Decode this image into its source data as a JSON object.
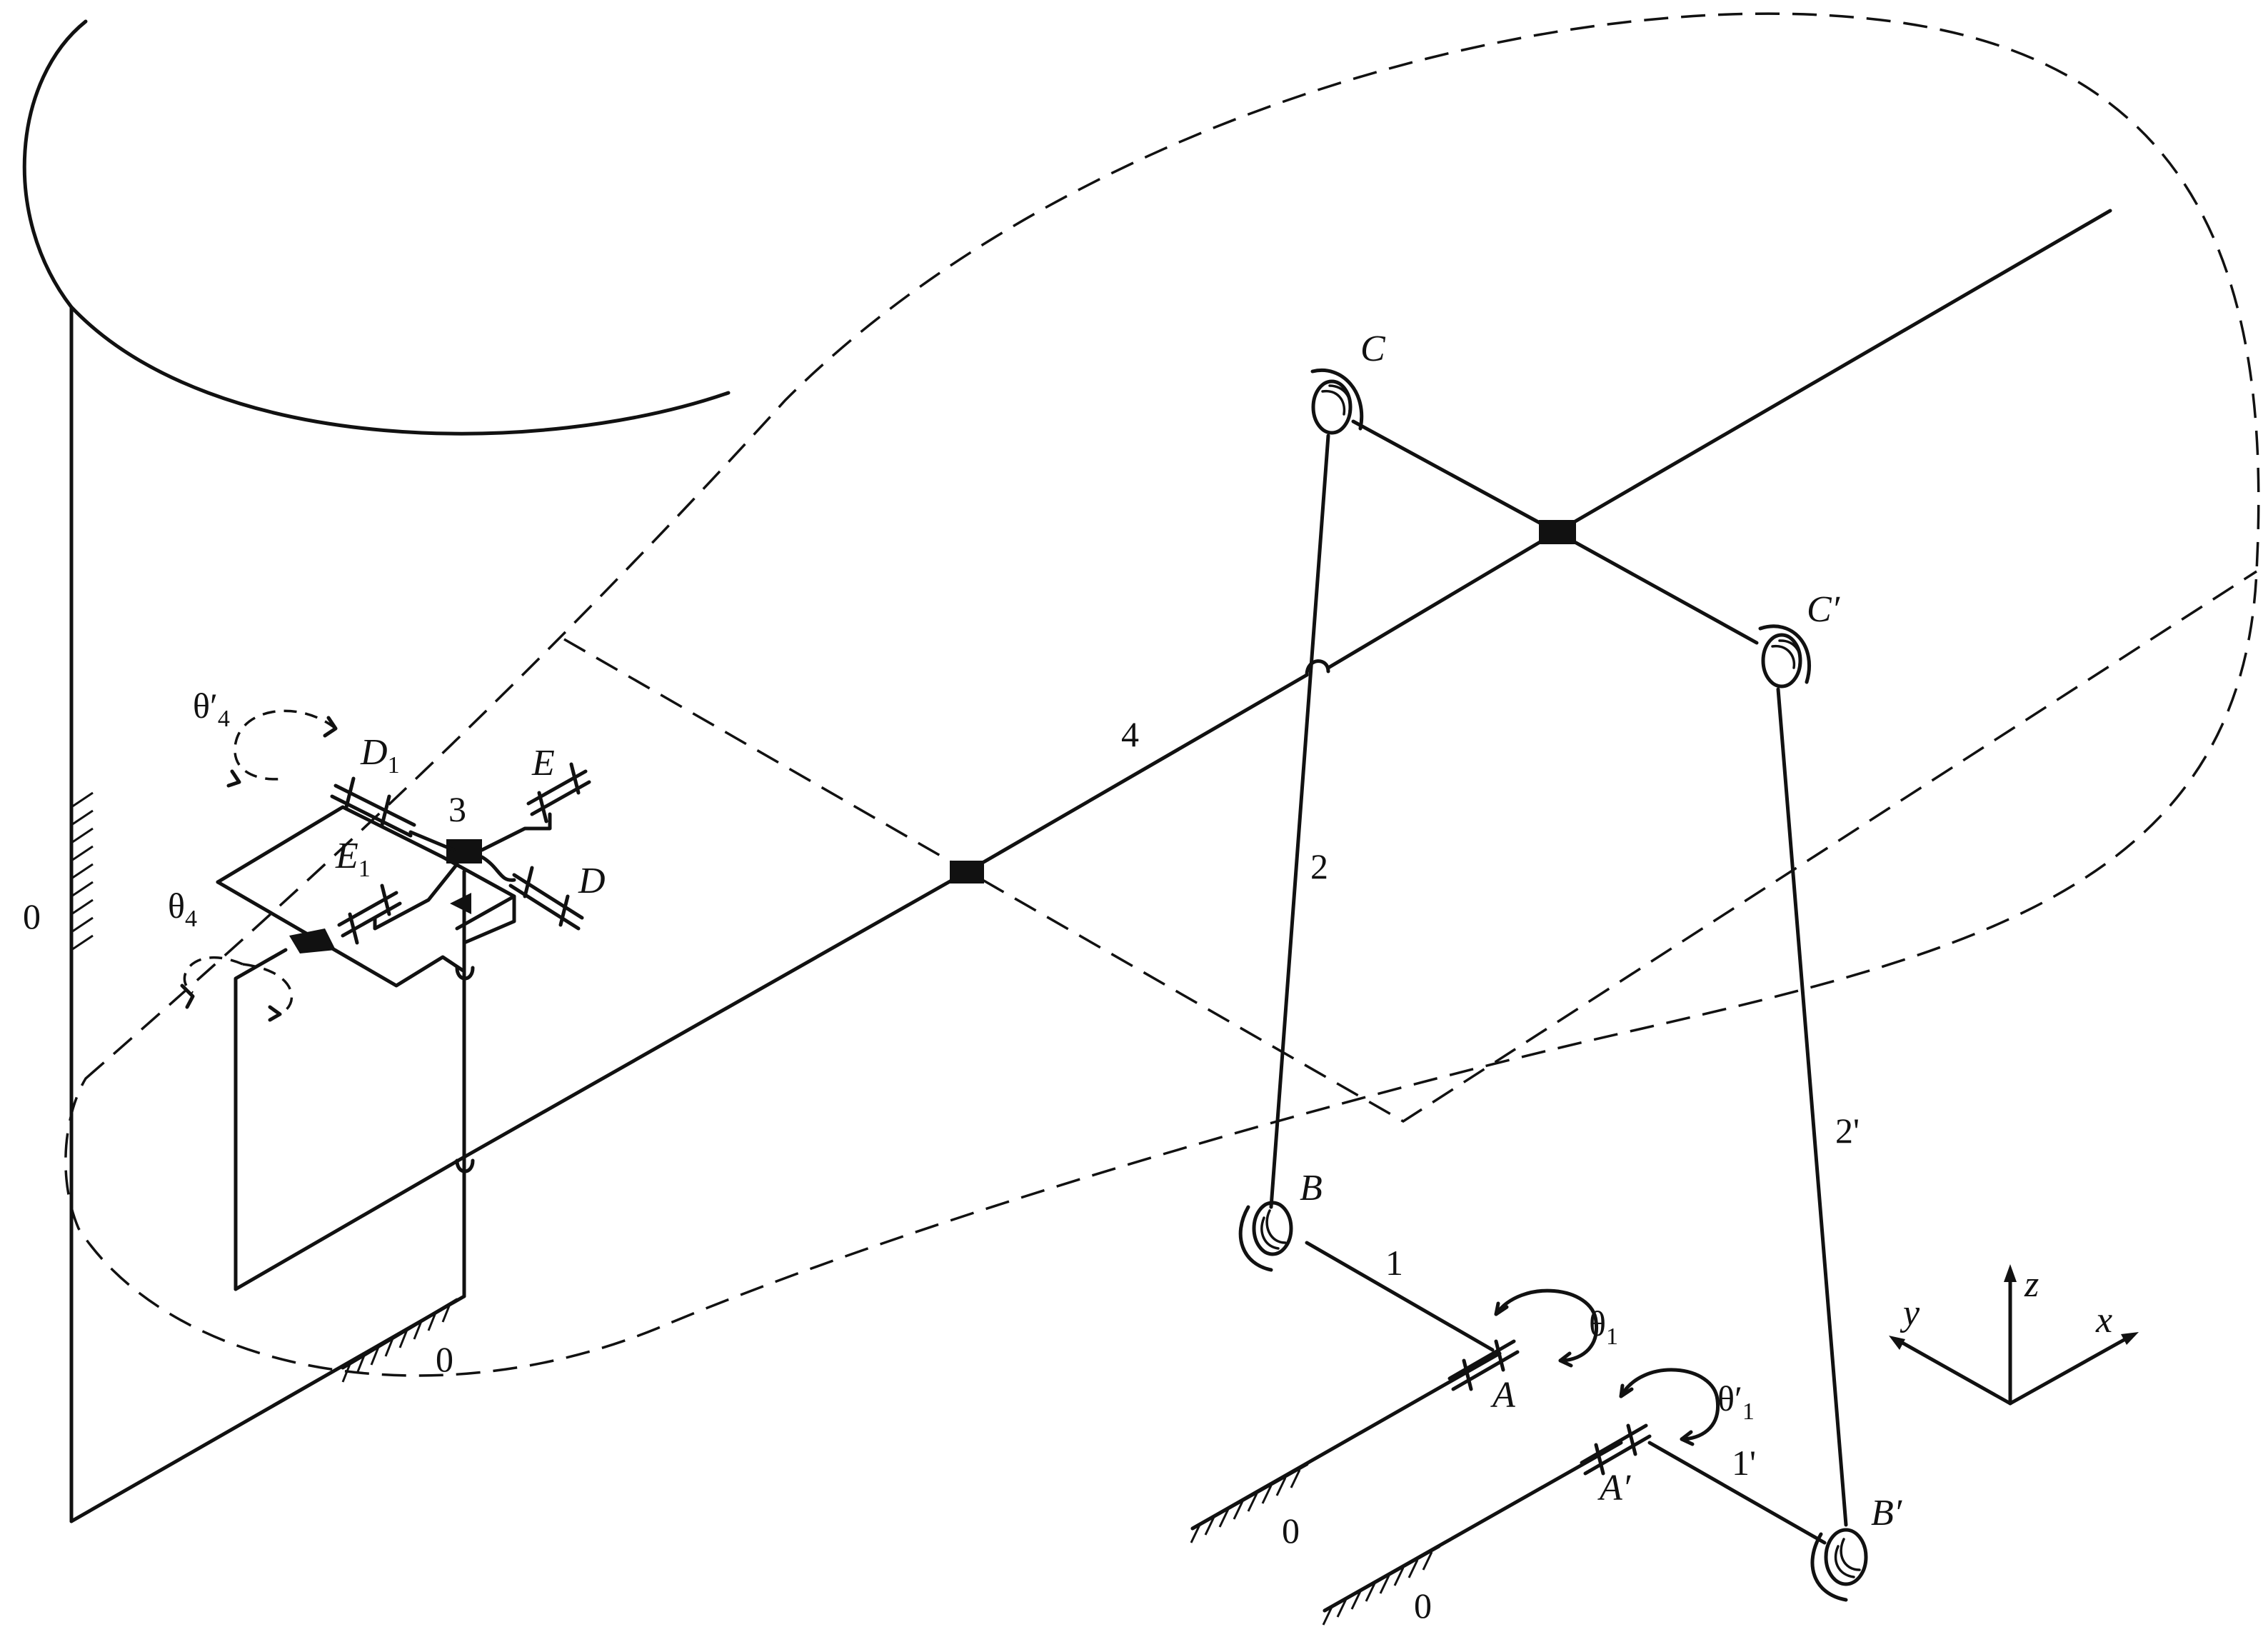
{
  "diagram": {
    "links": {
      "link_1": "1",
      "link_1p": "1'",
      "link_2": "2",
      "link_2p": "2'",
      "link_3": "3",
      "link_4": "4"
    },
    "frames": {
      "ground_wall": "0",
      "ground_floor": "0",
      "ground_a": "0",
      "ground_ap": "0"
    },
    "joints": {
      "A": "A",
      "Ap": "A′",
      "B": "B",
      "Bp": "B′",
      "C": "C",
      "Cp": "C′",
      "D": "D",
      "D1": {
        "base": "D",
        "sub": "1"
      },
      "E": "E",
      "E1": {
        "base": "E",
        "sub": "1"
      }
    },
    "angles": {
      "theta1": {
        "base": "θ",
        "sub": "1"
      },
      "theta1p": {
        "base": "θ′",
        "sub": "1"
      },
      "theta4": {
        "base": "θ",
        "sub": "4"
      },
      "theta4p": {
        "base": "θ′",
        "sub": "4"
      }
    },
    "axes": {
      "x": "x",
      "y": "y",
      "z": "z"
    }
  }
}
